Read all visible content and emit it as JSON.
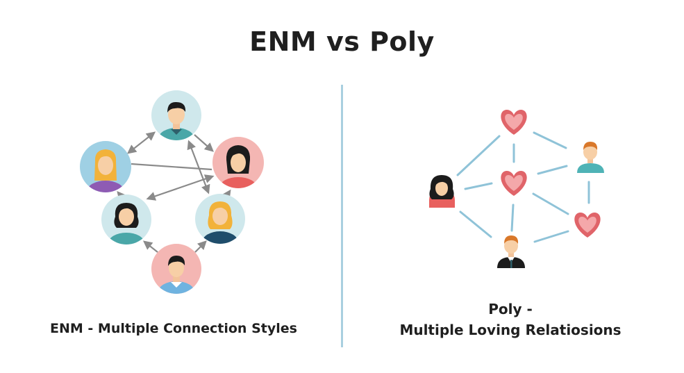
{
  "title": "ENM vs Poly",
  "left_panel": {
    "caption": "ENM - Multiple Connection Styles",
    "nodes": [
      {
        "id": "man-top",
        "label": "man avatar",
        "circle_color": "#cfe8ec"
      },
      {
        "id": "blonde-woman-left",
        "label": "blonde woman avatar",
        "circle_color": "#9fd0e4"
      },
      {
        "id": "dark-hair-woman-right",
        "label": "dark-haired woman avatar",
        "circle_color": "#f4b6b3"
      },
      {
        "id": "dark-hair-woman-left",
        "label": "dark-haired woman avatar",
        "circle_color": "#cfe8ec"
      },
      {
        "id": "blonde-woman-right",
        "label": "blonde woman avatar",
        "circle_color": "#cfe8ec"
      },
      {
        "id": "man-bottom",
        "label": "man avatar",
        "circle_color": "#f4b6b3"
      }
    ],
    "arrow_color": "#8a8a8a"
  },
  "right_panel": {
    "caption_line1": "Poly -",
    "caption_line2": "Multiple Loving Relatiosions",
    "nodes": [
      {
        "id": "woman",
        "label": "woman avatar"
      },
      {
        "id": "man-right",
        "label": "man avatar"
      },
      {
        "id": "man-suit",
        "label": "man in suit avatar"
      },
      {
        "id": "heart-top",
        "label": "heart"
      },
      {
        "id": "heart-center",
        "label": "heart"
      },
      {
        "id": "heart-right",
        "label": "heart"
      }
    ],
    "line_color": "#8fc3d8",
    "heart_color": "#e06469"
  },
  "divider_color": "#a9cfe0"
}
